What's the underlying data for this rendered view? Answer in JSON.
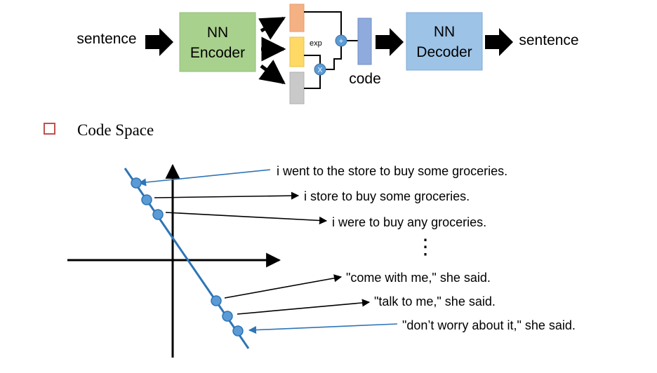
{
  "pipeline": {
    "input_label": "sentence",
    "encoder_line1": "NN",
    "encoder_line2": "Encoder",
    "exp_label": "exp",
    "plus_symbol": "+",
    "times_symbol": "X",
    "code_label": "code",
    "decoder_line1": "NN",
    "decoder_line2": "Decoder",
    "output_label": "sentence",
    "colors": {
      "encoder_fill": "#a9d18e",
      "decoder_fill": "#9dc3e6",
      "mean_fill": "#f4b183",
      "logvar_fill": "#ffd966",
      "noise_fill": "#c9c9c9",
      "code_fill": "#8faadc",
      "op_fill": "#5b9bd5"
    }
  },
  "section": {
    "bullet_icon": "hollow-square-bullet",
    "title": "Code Space"
  },
  "code_space": {
    "points": [
      "i went to the store to buy some groceries.",
      "i store to buy some groceries.",
      "i were to buy any groceries.",
      "\"come with me,\" she said.",
      "\"talk to me,\" she said.",
      "\"don’t worry about it,\" she said."
    ],
    "ellipsis": "⋮",
    "colors": {
      "line": "#2e75b6",
      "point": "#5b9bd5",
      "arrow_black": "#000000",
      "arrow_blue": "#2e75b6"
    }
  }
}
